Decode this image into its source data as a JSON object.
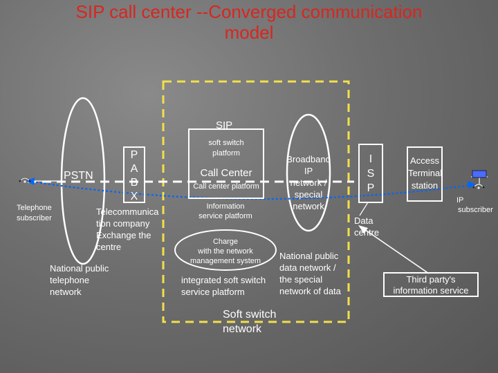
{
  "title_line1": "SIP call center --Converged communication",
  "title_line2": "model",
  "telephone_subscriber": [
    "Telephone",
    "subscriber"
  ],
  "pstn": "PSTN",
  "pabx": [
    "P",
    "A",
    "B",
    "X"
  ],
  "telecom_exchange": [
    "Telecommunica",
    "tion company",
    "Exchange the",
    "centre"
  ],
  "national_public_telephone": [
    "National public",
    "telephone",
    "network"
  ],
  "sip_label": "SIP",
  "soft_switch_platform": [
    "soft switch",
    "platform"
  ],
  "call_center": "Call Center",
  "call_center_platform": "Call center platform",
  "information_service_platform": [
    "Information",
    "service platform"
  ],
  "charge_system": [
    "Charge",
    "with the network",
    "management system"
  ],
  "integrated_soft_switch": [
    "integrated soft switch",
    "service platform"
  ],
  "soft_switch_network": [
    "Soft switch",
    "network"
  ],
  "broadband_ip": [
    "Broadband",
    "IP",
    "network /",
    "special",
    "network"
  ],
  "national_public_data": [
    "National public",
    "data network /",
    "the special",
    "network of data"
  ],
  "isp": [
    "I",
    "S",
    "P"
  ],
  "data_centre": [
    "Data",
    "centre"
  ],
  "access_terminal": [
    "Access",
    "Terminal",
    "station"
  ],
  "ip_subscriber": [
    "IP",
    "subscriber"
  ],
  "third_party": [
    "Third party's",
    "information service"
  ],
  "colors": {
    "title": "#d8261f",
    "dashed_box": "#f2e04a",
    "accent": "#0066ff"
  }
}
